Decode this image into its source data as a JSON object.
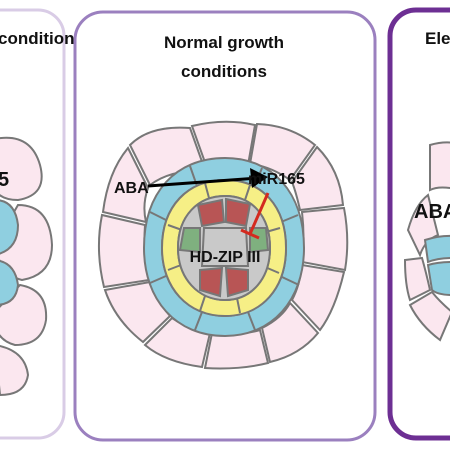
{
  "panels": [
    {
      "id": "left",
      "title_lines": [
        "",
        "ls/"
      ],
      "label_cut": "5",
      "border": "#d9cce6"
    },
    {
      "id": "center",
      "title_lines": [
        "Normal growth",
        "conditions"
      ],
      "border": "#9b80bf"
    },
    {
      "id": "right",
      "title_lines": [
        "Ele",
        ""
      ],
      "label_cut": "ABA",
      "border": "#6d2f93"
    }
  ],
  "center_diagram": {
    "hormone": "ABA",
    "mirna": "miR165",
    "target": "HD-ZIP III",
    "activation_color": "#000000",
    "repression_color": "#d42a1f"
  },
  "colors": {
    "epidermis": "#fbe7ef",
    "endodermis": "#8fcfe0",
    "pericycle": "#f6ef86",
    "xylem_red": "#b85555",
    "phloem_green": "#7fb07f",
    "vascular_gray": "#c9c9c9",
    "cell_outline": "#777777"
  }
}
